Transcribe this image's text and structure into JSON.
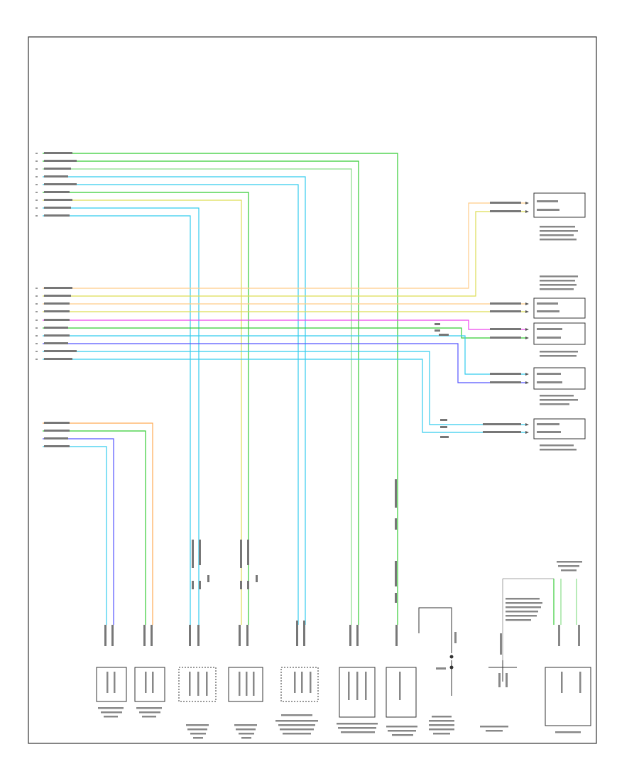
{
  "diagram": {
    "page_ref": "",
    "colors": {
      "green": "#33cc33",
      "cyan": "#33ccee",
      "yellow": "#dddd55",
      "orange": "#ffaa55",
      "magenta": "#ee44ee",
      "blue": "#5555ff",
      "lightgreen": "#88dd88",
      "frame": "#333333"
    },
    "wire_labels": {
      "top_group": [
        "",
        "",
        "",
        "",
        "",
        "",
        "",
        "",
        ""
      ],
      "middle_group": [
        "",
        "",
        "",
        "",
        "",
        "",
        "",
        "",
        "",
        "",
        "",
        ""
      ],
      "lower_group": [
        "",
        "",
        "",
        ""
      ]
    },
    "right_components": [
      {
        "id": "left-seat-module",
        "label": ""
      },
      {
        "id": "seat-switch-block",
        "label": ""
      },
      {
        "id": "passenger-seat-position-sensor",
        "label": ""
      },
      {
        "id": "driver-seat-position-sensor",
        "label": ""
      },
      {
        "id": "occupant-sensor",
        "label": ""
      }
    ],
    "bottom_components": [
      {
        "id": "module-1",
        "label": ""
      },
      {
        "id": "module-2",
        "label": ""
      },
      {
        "id": "module-3",
        "label": ""
      },
      {
        "id": "module-4",
        "label": ""
      },
      {
        "id": "module-5",
        "label": ""
      },
      {
        "id": "module-6",
        "label": ""
      },
      {
        "id": "module-7",
        "label": ""
      },
      {
        "id": "switch-1",
        "label": ""
      },
      {
        "id": "switch-2",
        "label": ""
      },
      {
        "id": "clockspring",
        "label": ""
      }
    ]
  }
}
